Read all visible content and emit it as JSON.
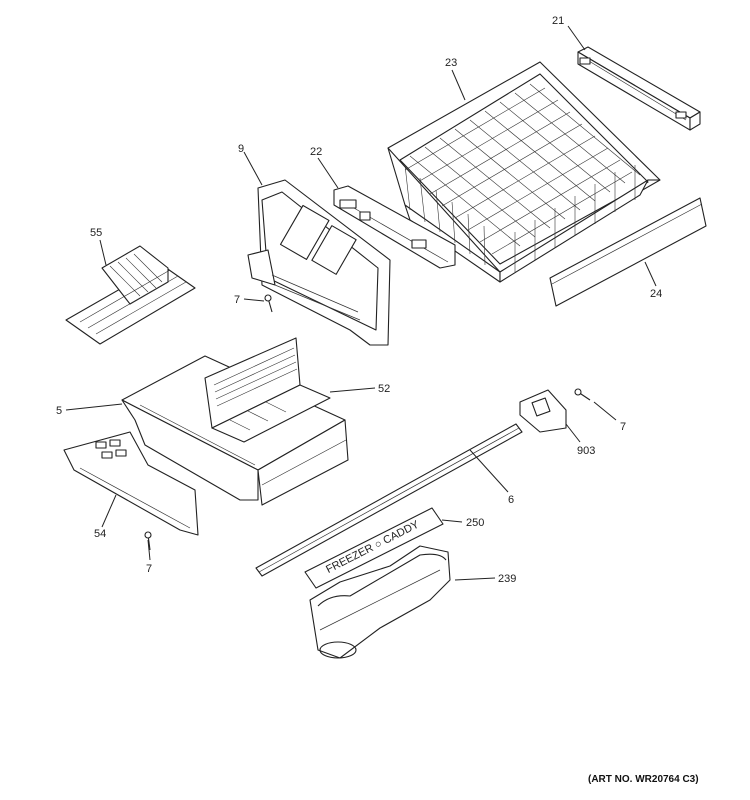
{
  "callouts": {
    "c21": "21",
    "c23": "23",
    "c9": "9",
    "c22": "22",
    "c55": "55",
    "c7a": "7",
    "c24": "24",
    "c52": "52",
    "c5": "5",
    "c7b": "7",
    "c903": "903",
    "c6": "6",
    "c54": "54",
    "c250": "250",
    "c7c": "7",
    "c239": "239"
  },
  "caddy_label": "FREEZER ○ CADDY",
  "art_number": "(ART NO. WR20764 C3)"
}
